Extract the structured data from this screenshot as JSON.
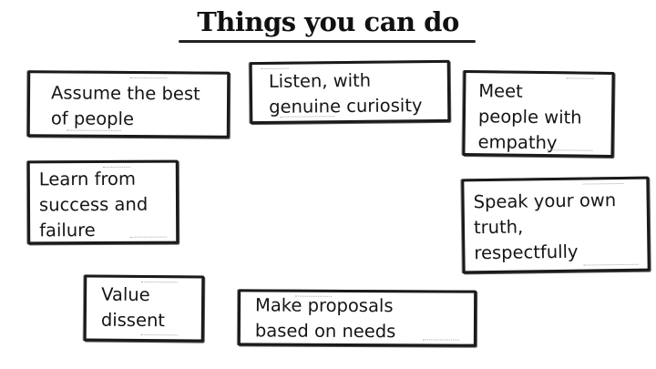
{
  "title": "Things you can do",
  "cards": [
    {
      "id": "assume-best",
      "text": "Assume the best\nof people"
    },
    {
      "id": "listen",
      "text": "Listen, with\ngenuine curiosity"
    },
    {
      "id": "meet-empathy",
      "text": "Meet\npeople with\nempathy"
    },
    {
      "id": "learn",
      "text": "Learn from\nsuccess and\nfailure"
    },
    {
      "id": "speak-truth",
      "text": "Speak your own\ntruth,\nrespectfully"
    },
    {
      "id": "value-dissent",
      "text": "Value\ndissent"
    },
    {
      "id": "proposals",
      "text": "Make proposals\nbased on needs"
    }
  ]
}
